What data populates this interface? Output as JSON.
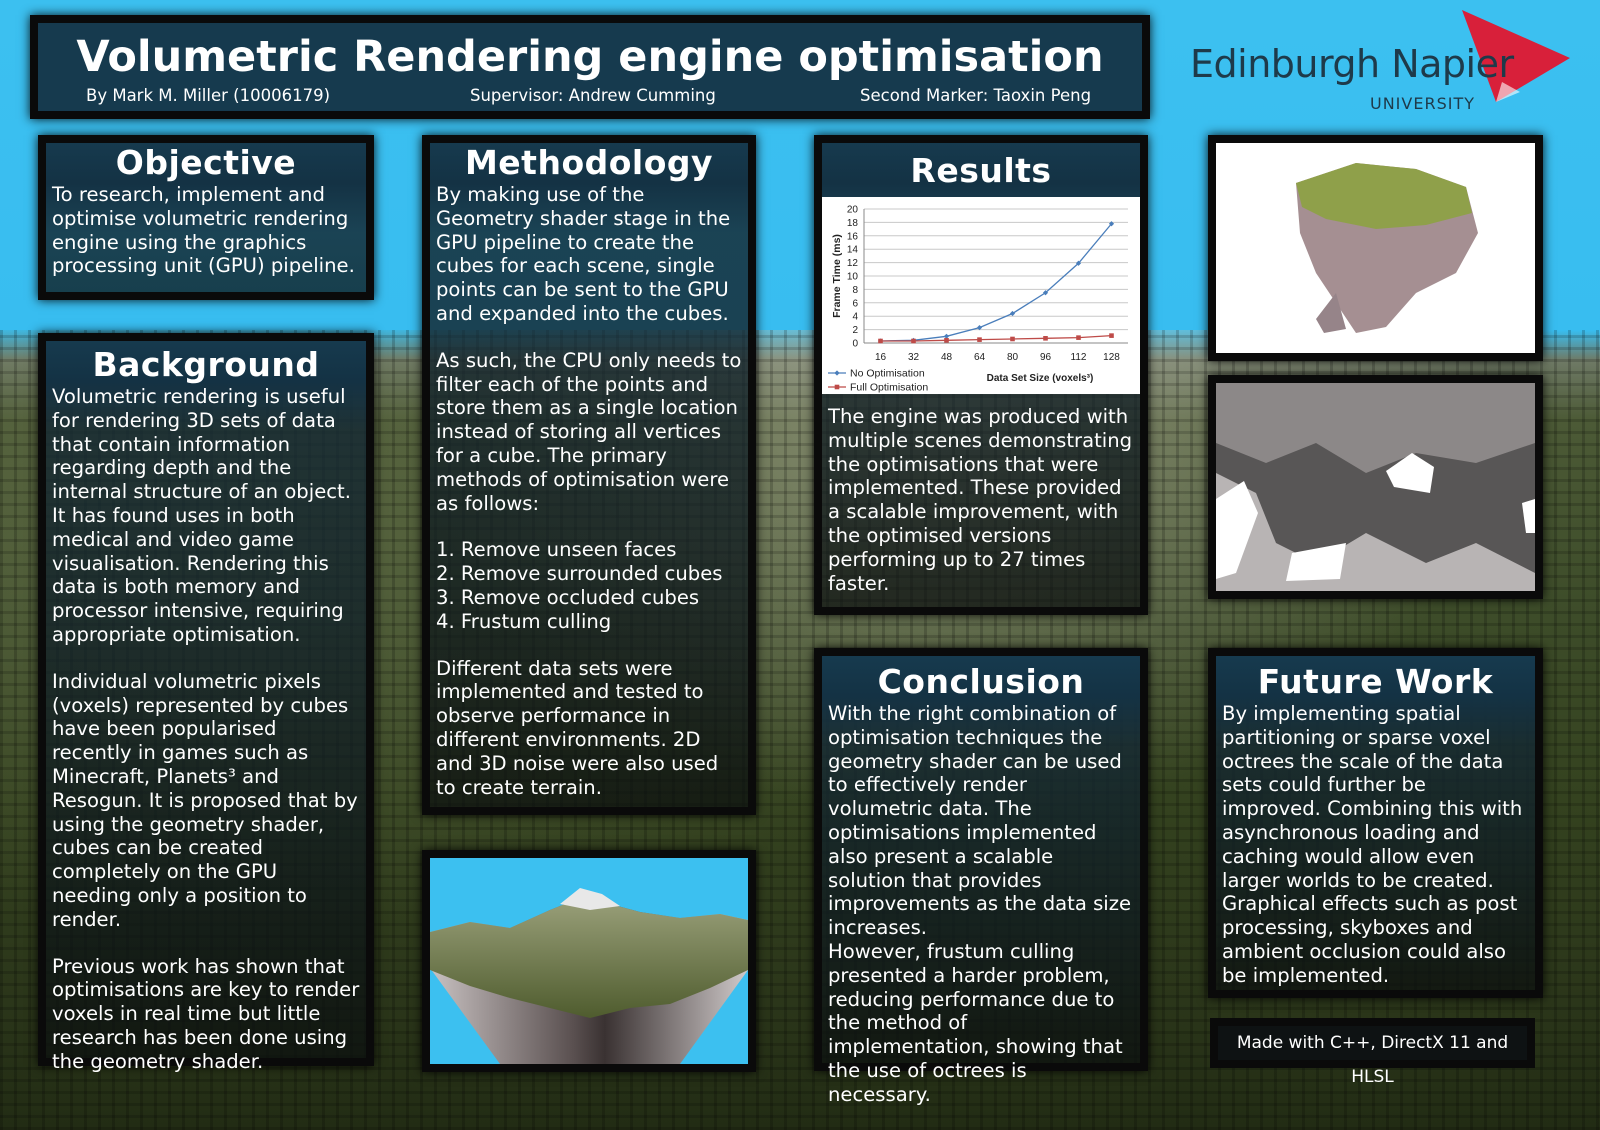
{
  "header": {
    "title": "Volumetric Rendering engine optimisation",
    "author": "By Mark M. Miller (10006179)",
    "supervisor": "Supervisor: Andrew Cumming",
    "second_marker": "Second Marker: Taoxin Peng"
  },
  "logo": {
    "name": "Edinburgh Napier",
    "subtitle": "UNIVERSITY",
    "accent_color": "#d8203a"
  },
  "objective": {
    "heading": "Objective",
    "text": "To research, implement and optimise volumetric rendering engine using the graphics processing unit (GPU) pipeline."
  },
  "background": {
    "heading": "Background",
    "paragraphs": [
      "Volumetric rendering is useful for rendering 3D sets of data that contain information regarding depth and the internal structure of an object. It has found uses in both medical and video game visualisation.  Rendering this data is both memory and processor intensive, requiring appropriate optimisation.",
      "Individual volumetric pixels (voxels) represented by cubes have been popularised recently in games such as Minecraft, Planets³ and Resogun. It is proposed that by using the geometry shader, cubes can be created completely on the GPU needing only a position to render.",
      "Previous work has shown that optimisations are key to render voxels in real time but little research has been done using the geometry shader."
    ]
  },
  "methodology": {
    "heading": "Methodology",
    "paragraphs": [
      "By making use of the Geometry shader stage in the GPU pipeline to create the cubes for each scene, single points can be sent to the GPU and expanded into the cubes.",
      "As such, the CPU only needs to filter each of the points and store them as a single location instead of storing all vertices for a cube. The primary methods of optimisation were as follows:",
      "1. Remove unseen faces\n2. Remove surrounded cubes\n3. Remove occluded cubes\n4. Frustum culling",
      "Different data sets were implemented and tested to observe performance in different environments. 2D and 3D noise were also used to create terrain."
    ]
  },
  "results": {
    "heading": "Results",
    "text": "The engine was produced with multiple scenes demonstrating the optimisations that were implemented. These provided a scalable improvement, with the optimised versions performing up to 27 times faster."
  },
  "conclusion": {
    "heading": "Conclusion",
    "text": "With the right combination of optimisation techniques the geometry shader can be used to effectively render volumetric data. The optimisations implemented also present a scalable solution that provides improvements as the data size increases.\nHowever, frustum culling presented a harder problem, reducing performance due to the method of implementation, showing that the use of octrees is necessary."
  },
  "future_work": {
    "heading": "Future Work",
    "text": "By implementing spatial partitioning or sparse voxel octrees the scale of the data sets could further be improved. Combining this with asynchronous loading and caching would allow even larger worlds to be created. Graphical effects such as post processing, skyboxes and ambient occlusion could also be implemented."
  },
  "footer": {
    "made_with": "Made with C++, DirectX 11 and HLSL"
  },
  "chart_data": {
    "type": "line",
    "x": [
      16,
      32,
      48,
      64,
      80,
      96,
      112,
      128
    ],
    "series": [
      {
        "name": "No Optimisation",
        "color": "#4a7ebb",
        "values": [
          0.3,
          0.4,
          1.0,
          2.3,
          4.4,
          7.5,
          11.9,
          17.8
        ]
      },
      {
        "name": "Full Optimisation",
        "color": "#be4b48",
        "values": [
          0.3,
          0.3,
          0.4,
          0.5,
          0.6,
          0.7,
          0.8,
          1.1
        ]
      }
    ],
    "xlabel": "Data Set Size (voxels³)",
    "ylabel": "Frame Time (ms)",
    "ylim": [
      0,
      20
    ],
    "yticks": [
      0,
      2,
      4,
      6,
      8,
      10,
      12,
      14,
      16,
      18,
      20
    ],
    "grid": true,
    "legend": "bottom-left"
  }
}
